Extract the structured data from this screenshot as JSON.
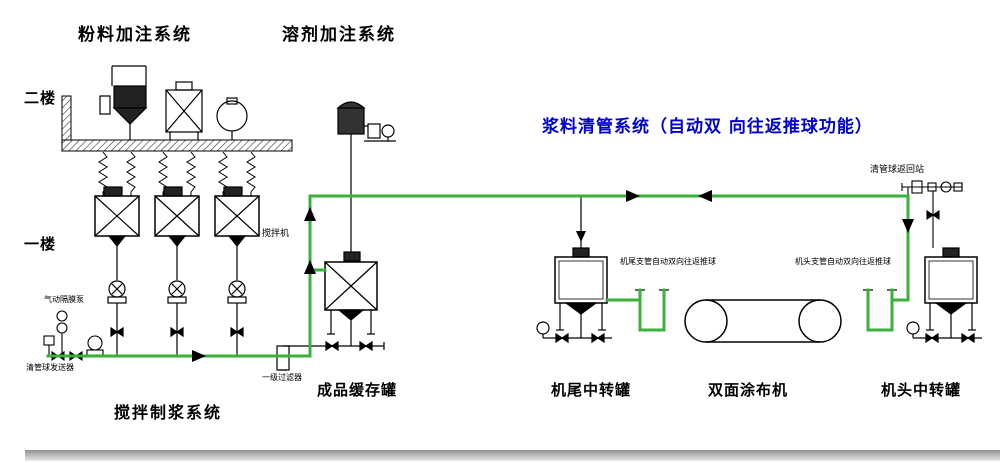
{
  "titles": {
    "powder": "粉料加注系统",
    "solvent": "溶剂加注系统",
    "pigging": "浆料清管系统（自动双 向往返推球功能）"
  },
  "floor_labels": {
    "second": "二楼",
    "first": "一楼"
  },
  "system_labels": {
    "mixing": "搅拌制浆系统",
    "buffer_tank": "成品缓存罐",
    "tail_tank": "机尾中转罐",
    "coater": "双面涂布机",
    "head_tank": "机头中转罐"
  },
  "small_labels": {
    "pig_return": "清管球返回站",
    "tail_branch": "机尾支管自动双向往返推球",
    "head_branch": "机头支管自动双向往返推球",
    "pig_sender": "清管球发送器",
    "diaphragm_pump": "气动隔膜泵",
    "mixer": "搅拌机",
    "filter": "一级过滤器"
  },
  "colors": {
    "pipe_green": "#3aaf3a",
    "title_blue": "#0000cd",
    "ink": "#000000"
  }
}
